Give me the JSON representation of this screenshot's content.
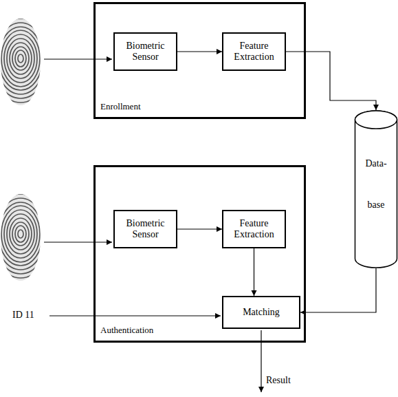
{
  "diagram": {
    "nodes": [
      {
        "text": [
          "Enrollment"
        ]
      },
      {
        "text": [
          "Biometric Sensor"
        ],
        "in": 0
      },
      {
        "text": [
          "Feature Extraction"
        ],
        "in": 0
      },
      {
        "text": [
          "Data- base"
        ]
      },
      {
        "text": [
          "Authentication"
        ]
      },
      {
        "text": [
          "Biometric Sensor"
        ],
        "in": 4
      },
      {
        "text": [
          "Feature Extraction"
        ],
        "in": 4
      },
      {
        "text": [
          "Matching"
        ],
        "in": 4
      }
    ],
    "edges": [
      {
        "from": 1,
        "to": 2,
        "arrow": "to"
      },
      {
        "from": 2,
        "to": 3,
        "arrow": "to"
      },
      {
        "from": 5,
        "to": 6,
        "arrow": "to"
      },
      {
        "from": 6,
        "to": 7,
        "arrow": "to"
      },
      {
        "from": 3,
        "to": 7,
        "arrow": "to"
      }
    ],
    "labels": [
      "ID 11",
      "Result"
    ]
  }
}
